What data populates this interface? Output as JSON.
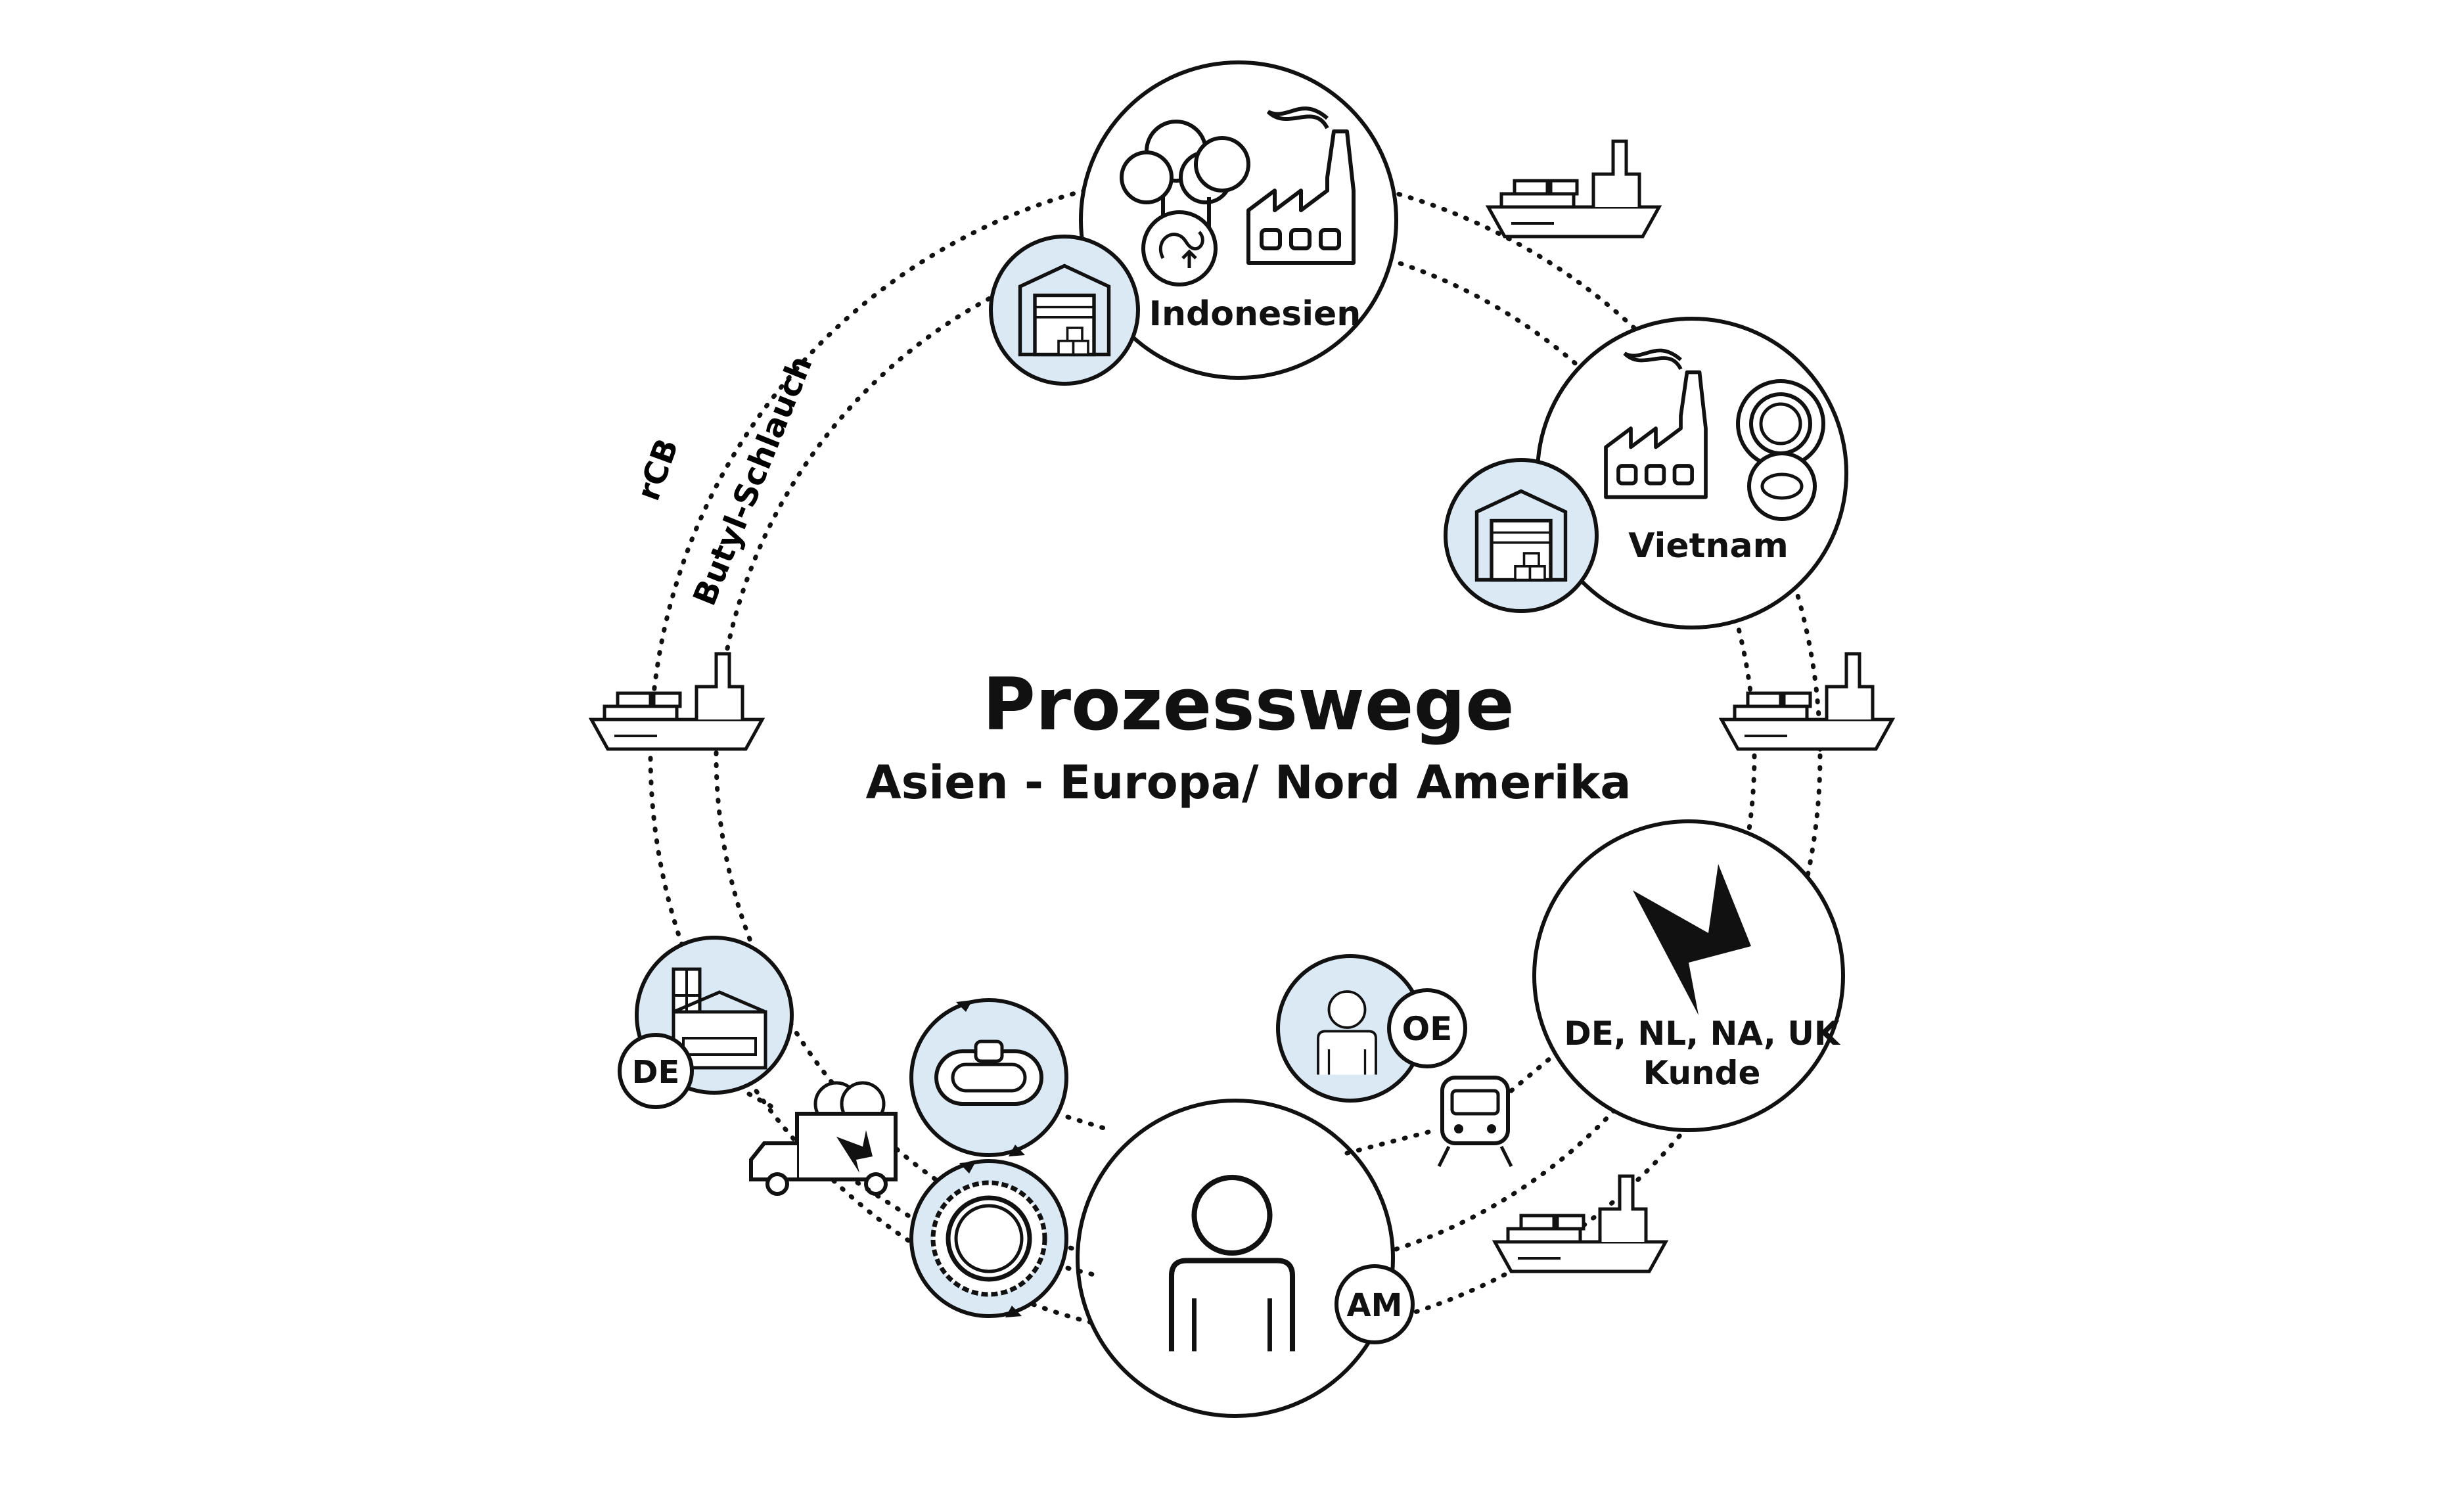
{
  "diagram": {
    "title": "Prozesswege",
    "subtitle": "Asien - Europa/ Nord Amerika",
    "route_labels": {
      "outer": "rCB",
      "inner": "Butyl-Schlauch"
    },
    "nodes": {
      "indonesia": "Indonesien",
      "vietnam": "Vietnam",
      "customer_line1": "DE, NL, NA, UK",
      "customer_line2": "Kunde",
      "germany": "DE",
      "oe": "OE",
      "am": "AM"
    },
    "colors": {
      "accent_fill": "#dbe9f5",
      "stroke": "#111111",
      "background": "#ffffff"
    },
    "icons": [
      "factory-icon",
      "trees-icon",
      "recycle-icon",
      "warehouse-icon",
      "ship-icon",
      "tire-icon",
      "inner-tube-icon",
      "brand-bird-logo",
      "person-icon",
      "train-icon",
      "truck-icon",
      "cycle-arrows-icon"
    ]
  }
}
